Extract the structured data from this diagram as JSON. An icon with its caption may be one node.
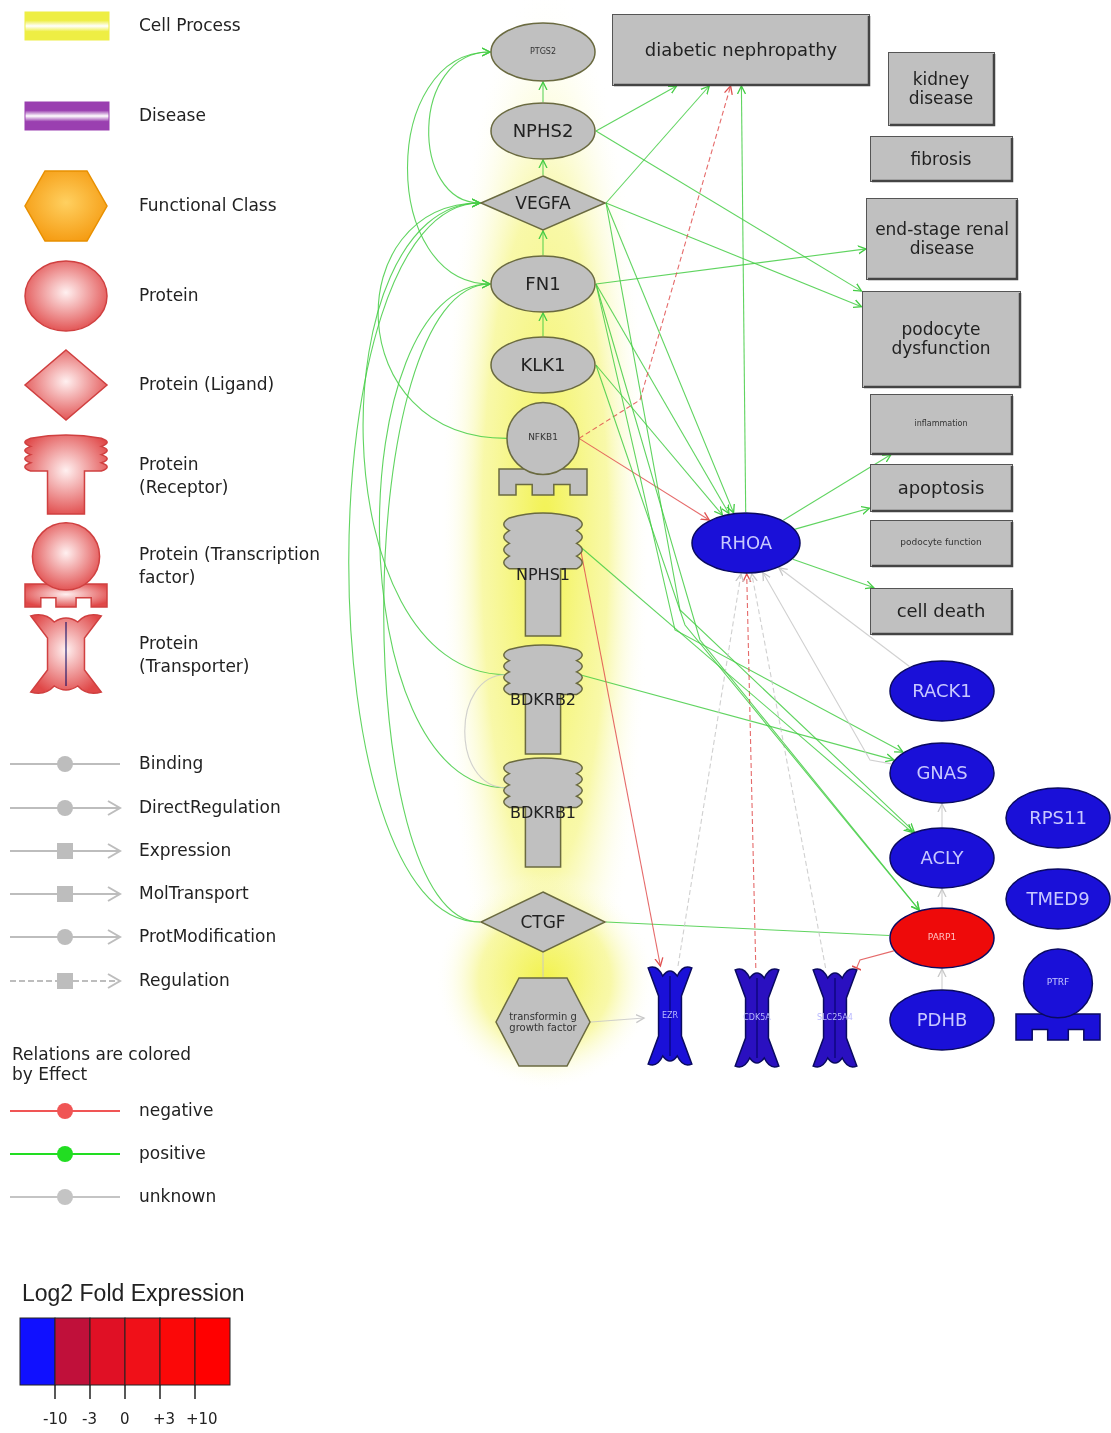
{
  "diagram": {
    "nodes": [
      {
        "text": [
          "PTGS2"
        ]
      },
      {
        "text": [
          "NPHS2"
        ]
      },
      {
        "text": [
          "VEGFA"
        ]
      },
      {
        "text": [
          "FN1"
        ]
      },
      {
        "text": [
          "KLK1"
        ]
      },
      {
        "text": [
          "NFKB1"
        ]
      },
      {
        "text": [
          "NPHS1"
        ]
      },
      {
        "text": [
          "BDKRB2"
        ]
      },
      {
        "text": [
          "BDKRB1"
        ]
      },
      {
        "text": [
          "CTGF"
        ]
      },
      {
        "text": [
          "transformin g growth factor"
        ]
      },
      {
        "text": [
          "diabetic nephropathy"
        ]
      },
      {
        "text": [
          "kidney disease"
        ]
      },
      {
        "text": [
          "fibrosis"
        ]
      },
      {
        "text": [
          "end-stage renal disease"
        ]
      },
      {
        "text": [
          "podocyte dysfunction"
        ]
      },
      {
        "text": [
          "inflammation"
        ]
      },
      {
        "text": [
          "apoptosis"
        ]
      },
      {
        "text": [
          "podocyte function"
        ]
      },
      {
        "text": [
          "cell death"
        ]
      },
      {
        "text": [
          "RHOA"
        ]
      },
      {
        "text": [
          "RACK1"
        ]
      },
      {
        "text": [
          "GNAS"
        ]
      },
      {
        "text": [
          "RPS11"
        ]
      },
      {
        "text": [
          "ACLY"
        ]
      },
      {
        "text": [
          "TMED9"
        ]
      },
      {
        "text": [
          "PARP1"
        ]
      },
      {
        "text": [
          "PDHB"
        ]
      },
      {
        "text": [
          "PTRF"
        ]
      },
      {
        "text": [
          "EZR"
        ]
      },
      {
        "text": [
          "CDK5A"
        ]
      },
      {
        "text": [
          "SLC25A4"
        ]
      }
    ],
    "edges": [
      {
        "from": 1,
        "to": 0,
        "arrow": "to"
      },
      {
        "from": 2,
        "to": 1,
        "arrow": "to"
      },
      {
        "from": 3,
        "to": 2,
        "arrow": "to"
      },
      {
        "from": 4,
        "to": 3,
        "arrow": "to"
      },
      {
        "from": 2,
        "to": 0,
        "arrow": "to"
      },
      {
        "from": 3,
        "to": 0,
        "arrow": "to"
      },
      {
        "from": 5,
        "to": 2,
        "arrow": "to"
      },
      {
        "from": 7,
        "to": 2,
        "arrow": "to"
      },
      {
        "from": 8,
        "to": 3,
        "arrow": "to"
      },
      {
        "from": 9,
        "to": 2,
        "arrow": "to"
      },
      {
        "from": 9,
        "to": 3,
        "arrow": "to"
      },
      {
        "from": 2,
        "to": 11,
        "arrow": "to"
      },
      {
        "from": 1,
        "to": 11,
        "arrow": "to"
      },
      {
        "from": 3,
        "to": 14,
        "arrow": "to"
      },
      {
        "from": 2,
        "to": 15,
        "arrow": "to"
      },
      {
        "from": 1,
        "to": 15,
        "arrow": "to"
      },
      {
        "from": 2,
        "to": 20,
        "arrow": "to"
      },
      {
        "from": 3,
        "to": 20,
        "arrow": "to"
      },
      {
        "from": 4,
        "to": 20,
        "arrow": "to"
      },
      {
        "from": 5,
        "to": 20,
        "arrow": "to",
        "color": "#e05050"
      },
      {
        "from": 7,
        "to": 22,
        "arrow": "to"
      },
      {
        "from": 9,
        "to": 26,
        "arrow": "none"
      },
      {
        "from": 3,
        "to": 26,
        "arrow": "to"
      },
      {
        "from": 2,
        "to": 24,
        "arrow": "to"
      },
      {
        "from": 20,
        "to": 19,
        "arrow": "to"
      },
      {
        "from": 20,
        "to": 17,
        "arrow": "to"
      },
      {
        "from": 20,
        "to": 16,
        "arrow": "to"
      },
      {
        "from": 20,
        "to": 11,
        "arrow": "to"
      },
      {
        "from": 3,
        "to": 22,
        "arrow": "to"
      },
      {
        "from": 6,
        "to": 29,
        "arrow": "to",
        "color": "#e05050"
      },
      {
        "from": 26,
        "to": 31,
        "arrow": "other",
        "color": "#e05050"
      },
      {
        "from": 10,
        "to": 29,
        "arrow": "to",
        "color": "#c8c8c8"
      },
      {
        "from": 30,
        "to": 20,
        "arrow": "to",
        "color": "#e05050",
        "style": "dashed"
      },
      {
        "from": 29,
        "to": 20,
        "arrow": "to",
        "color": "#c8c8c8",
        "style": "dashed"
      },
      {
        "from": 31,
        "to": 20,
        "arrow": "to",
        "color": "#c8c8c8",
        "style": "dashed"
      },
      {
        "from": 21,
        "to": 20,
        "arrow": "to",
        "color": "#c8c8c8"
      },
      {
        "from": 22,
        "to": 20,
        "arrow": "to",
        "color": "#c8c8c8"
      },
      {
        "from": 24,
        "to": 22,
        "arrow": "to",
        "color": "#c8c8c8"
      },
      {
        "from": 26,
        "to": 24,
        "arrow": "to",
        "color": "#c8c8c8"
      },
      {
        "from": 27,
        "to": 26,
        "arrow": "to",
        "color": "#c8c8c8"
      },
      {
        "from": 10,
        "to": 9,
        "arrow": "none",
        "color": "#c8c8c8"
      },
      {
        "from": 5,
        "to": 11,
        "arrow": "to",
        "color": "#e05050",
        "style": "dashed"
      },
      {
        "from": 8,
        "to": 7,
        "arrow": "none",
        "color": "#c8c8c8"
      },
      {
        "from": 6,
        "to": 24,
        "arrow": "to"
      },
      {
        "from": 4,
        "to": 26,
        "arrow": "to"
      }
    ],
    "labels": [
      "Relations are colored by Effect",
      "Log2 Fold Expression",
      "-10",
      "-3",
      "0",
      "+3",
      "+10"
    ],
    "legend": [
      {
        "text": "Cell Process",
        "color": "#eeee44"
      },
      {
        "text": "Disease",
        "color": "#9a3fb0"
      },
      {
        "text": "Functional Class"
      },
      {
        "text": "Protein"
      },
      {
        "text": "Protein (Ligand)"
      },
      {
        "text": "Protein (Receptor)"
      },
      {
        "text": "Protein (Transcription factor)"
      },
      {
        "text": "Protein (Transporter)"
      },
      {
        "text": "Binding"
      },
      {
        "text": "DirectRegulation"
      },
      {
        "text": "Expression"
      },
      {
        "text": "MolTransport"
      },
      {
        "text": "ProtModification"
      },
      {
        "text": "Regulation"
      },
      {
        "text": "negative",
        "color": "#f05555"
      },
      {
        "text": "positive",
        "color": "#22dd22"
      },
      {
        "text": "unknown",
        "color": "#c4c4c4"
      }
    ]
  }
}
